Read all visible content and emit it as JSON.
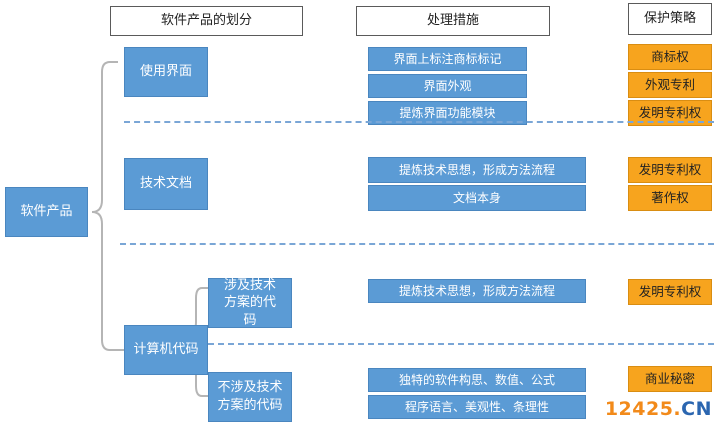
{
  "headers": {
    "division": "软件产品的划分",
    "measures": "处理措施",
    "strategy": "保护策略"
  },
  "root": "软件产品",
  "categories": {
    "ui": "使用界面",
    "docs": "技术文档",
    "code": "计算机代码",
    "code_tech": "涉及技术方案的代码",
    "code_nontech": "不涉及技术方案的代码"
  },
  "measures": {
    "ui_1": "界面上标注商标标记",
    "ui_2": "界面外观",
    "ui_3": "提炼界面功能模块",
    "doc_1": "提炼技术思想，形成方法流程",
    "doc_2": "文档本身",
    "code_tech_1": "提炼技术思想，形成方法流程",
    "code_nontech_1": "独特的软件构思、数值、公式",
    "code_nontech_2": "程序语言、美观性、条理性"
  },
  "strategies": {
    "ui_1": "商标权",
    "ui_2": "外观专利",
    "ui_3": "发明专利权",
    "doc_1": "发明专利权",
    "doc_2": "著作权",
    "code_tech_1": "发明专利权",
    "code_nontech_1": "商业秘密"
  },
  "watermark": {
    "number": "12425",
    "dot": ".",
    "tld": "CN"
  },
  "colors": {
    "box_blue": "#5b9bd5",
    "box_orange": "#f7a41e",
    "dashed_line": "#7aa6d6"
  }
}
